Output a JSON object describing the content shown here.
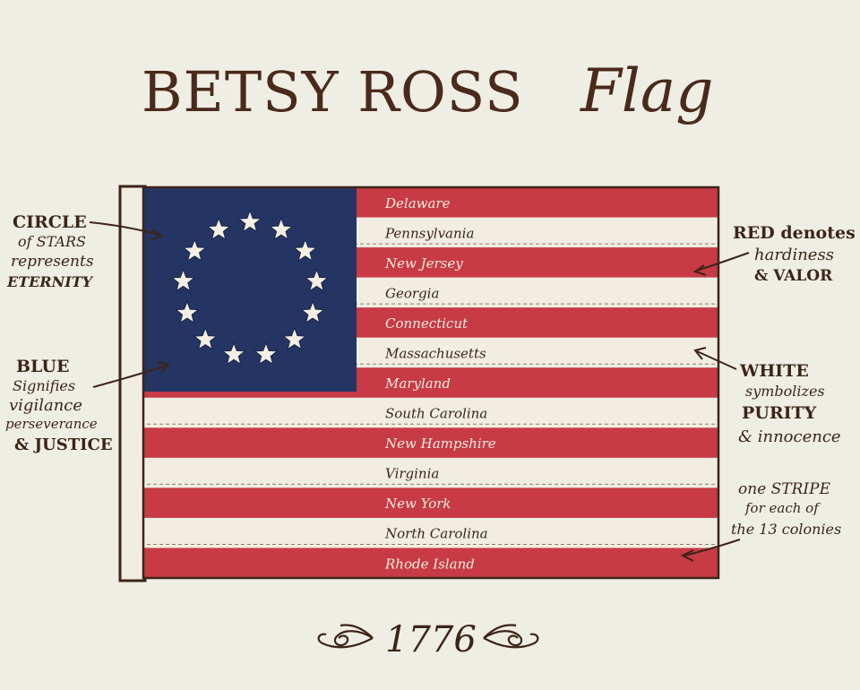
{
  "title": {
    "main": "BETSY ROSS",
    "script": "Flag"
  },
  "colors": {
    "red": "#c83a45",
    "white": "#f1ede1",
    "blue": "#243564",
    "ink": "#3d2418",
    "star": "#f3efe2"
  },
  "flag": {
    "star_count": 13,
    "stripes": [
      {
        "color": "red",
        "label": "Delaware"
      },
      {
        "color": "white",
        "label": "Pennsylvania"
      },
      {
        "color": "red",
        "label": "New Jersey"
      },
      {
        "color": "white",
        "label": "Georgia"
      },
      {
        "color": "red",
        "label": "Connecticut"
      },
      {
        "color": "white",
        "label": "Massachusetts"
      },
      {
        "color": "red",
        "label": "Maryland"
      },
      {
        "color": "white",
        "label": "South Carolina"
      },
      {
        "color": "red",
        "label": "New Hampshire"
      },
      {
        "color": "white",
        "label": "Virginia"
      },
      {
        "color": "red",
        "label": "New York"
      },
      {
        "color": "white",
        "label": "North Carolina"
      },
      {
        "color": "red",
        "label": "Rhode Island"
      }
    ]
  },
  "annotations": {
    "circle": [
      "CIRCLE",
      "of STARS",
      "represents",
      "ETERNITY"
    ],
    "blue": [
      "BLUE",
      "Signifies",
      "vigilance",
      "perseverance",
      "& JUSTICE"
    ],
    "red": [
      "RED denotes",
      "hardiness",
      "& VALOR"
    ],
    "white": [
      "WHITE",
      "symbolizes",
      "PURITY",
      "& innocence"
    ],
    "stripe": [
      "one STRIPE",
      "for each of",
      "the 13 colonies"
    ]
  },
  "year": "1776",
  "ornament_icon": "scroll-flourish-icon"
}
